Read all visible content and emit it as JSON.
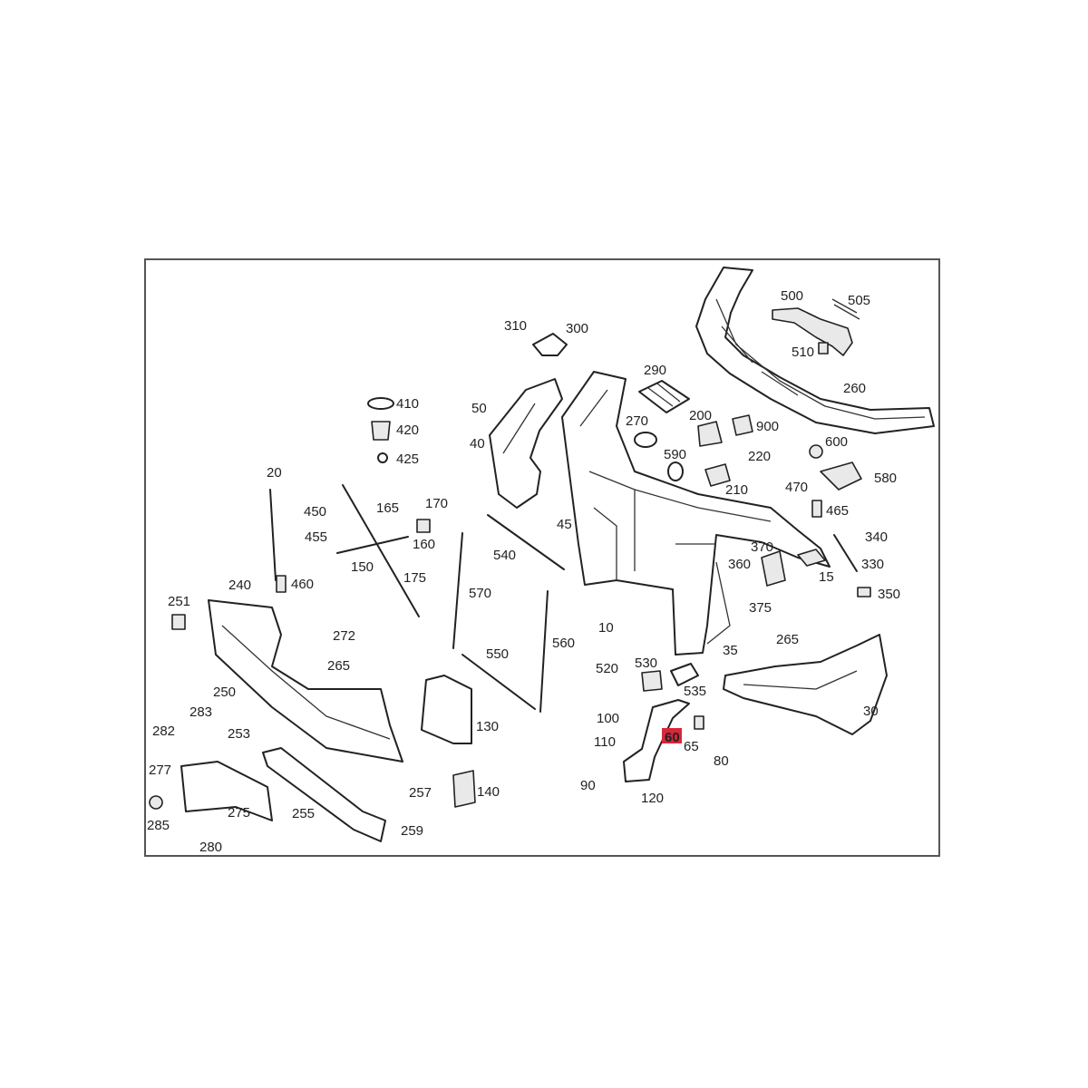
{
  "diagram": {
    "highlight_color": "#d9263a",
    "callouts": [
      {
        "id": "c10",
        "text": "10"
      },
      {
        "id": "c15",
        "text": "15"
      },
      {
        "id": "c20",
        "text": "20"
      },
      {
        "id": "c30",
        "text": "30"
      },
      {
        "id": "c35",
        "text": "35"
      },
      {
        "id": "c40",
        "text": "40"
      },
      {
        "id": "c45",
        "text": "45"
      },
      {
        "id": "c50",
        "text": "50"
      },
      {
        "id": "c60",
        "text": "60",
        "highlighted": true
      },
      {
        "id": "c65",
        "text": "65"
      },
      {
        "id": "c80",
        "text": "80"
      },
      {
        "id": "c90",
        "text": "90"
      },
      {
        "id": "c100",
        "text": "100"
      },
      {
        "id": "c110",
        "text": "110"
      },
      {
        "id": "c120",
        "text": "120"
      },
      {
        "id": "c130",
        "text": "130"
      },
      {
        "id": "c140",
        "text": "140"
      },
      {
        "id": "c150",
        "text": "150"
      },
      {
        "id": "c160",
        "text": "160"
      },
      {
        "id": "c165",
        "text": "165"
      },
      {
        "id": "c170",
        "text": "170"
      },
      {
        "id": "c175",
        "text": "175"
      },
      {
        "id": "c200",
        "text": "200"
      },
      {
        "id": "c210",
        "text": "210"
      },
      {
        "id": "c220",
        "text": "220"
      },
      {
        "id": "c240",
        "text": "240"
      },
      {
        "id": "c250",
        "text": "250"
      },
      {
        "id": "c251",
        "text": "251"
      },
      {
        "id": "c253",
        "text": "253"
      },
      {
        "id": "c255",
        "text": "255"
      },
      {
        "id": "c257",
        "text": "257"
      },
      {
        "id": "c259",
        "text": "259"
      },
      {
        "id": "c260",
        "text": "260"
      },
      {
        "id": "c265a",
        "text": "265"
      },
      {
        "id": "c265b",
        "text": "265"
      },
      {
        "id": "c270",
        "text": "270"
      },
      {
        "id": "c272",
        "text": "272"
      },
      {
        "id": "c275",
        "text": "275"
      },
      {
        "id": "c277",
        "text": "277"
      },
      {
        "id": "c280",
        "text": "280"
      },
      {
        "id": "c282",
        "text": "282"
      },
      {
        "id": "c283",
        "text": "283"
      },
      {
        "id": "c285",
        "text": "285"
      },
      {
        "id": "c290",
        "text": "290"
      },
      {
        "id": "c300",
        "text": "300"
      },
      {
        "id": "c310",
        "text": "310"
      },
      {
        "id": "c330",
        "text": "330"
      },
      {
        "id": "c340",
        "text": "340"
      },
      {
        "id": "c350",
        "text": "350"
      },
      {
        "id": "c360",
        "text": "360"
      },
      {
        "id": "c370",
        "text": "370"
      },
      {
        "id": "c375",
        "text": "375"
      },
      {
        "id": "c410",
        "text": "410"
      },
      {
        "id": "c420",
        "text": "420"
      },
      {
        "id": "c425",
        "text": "425"
      },
      {
        "id": "c450",
        "text": "450"
      },
      {
        "id": "c455",
        "text": "455"
      },
      {
        "id": "c460",
        "text": "460"
      },
      {
        "id": "c465",
        "text": "465"
      },
      {
        "id": "c470",
        "text": "470"
      },
      {
        "id": "c500",
        "text": "500"
      },
      {
        "id": "c505",
        "text": "505"
      },
      {
        "id": "c510",
        "text": "510"
      },
      {
        "id": "c520",
        "text": "520"
      },
      {
        "id": "c530",
        "text": "530"
      },
      {
        "id": "c535",
        "text": "535"
      },
      {
        "id": "c540",
        "text": "540"
      },
      {
        "id": "c550",
        "text": "550"
      },
      {
        "id": "c560",
        "text": "560"
      },
      {
        "id": "c570",
        "text": "570"
      },
      {
        "id": "c580",
        "text": "580"
      },
      {
        "id": "c590",
        "text": "590"
      },
      {
        "id": "c600",
        "text": "600"
      },
      {
        "id": "c900",
        "text": "900"
      }
    ]
  }
}
